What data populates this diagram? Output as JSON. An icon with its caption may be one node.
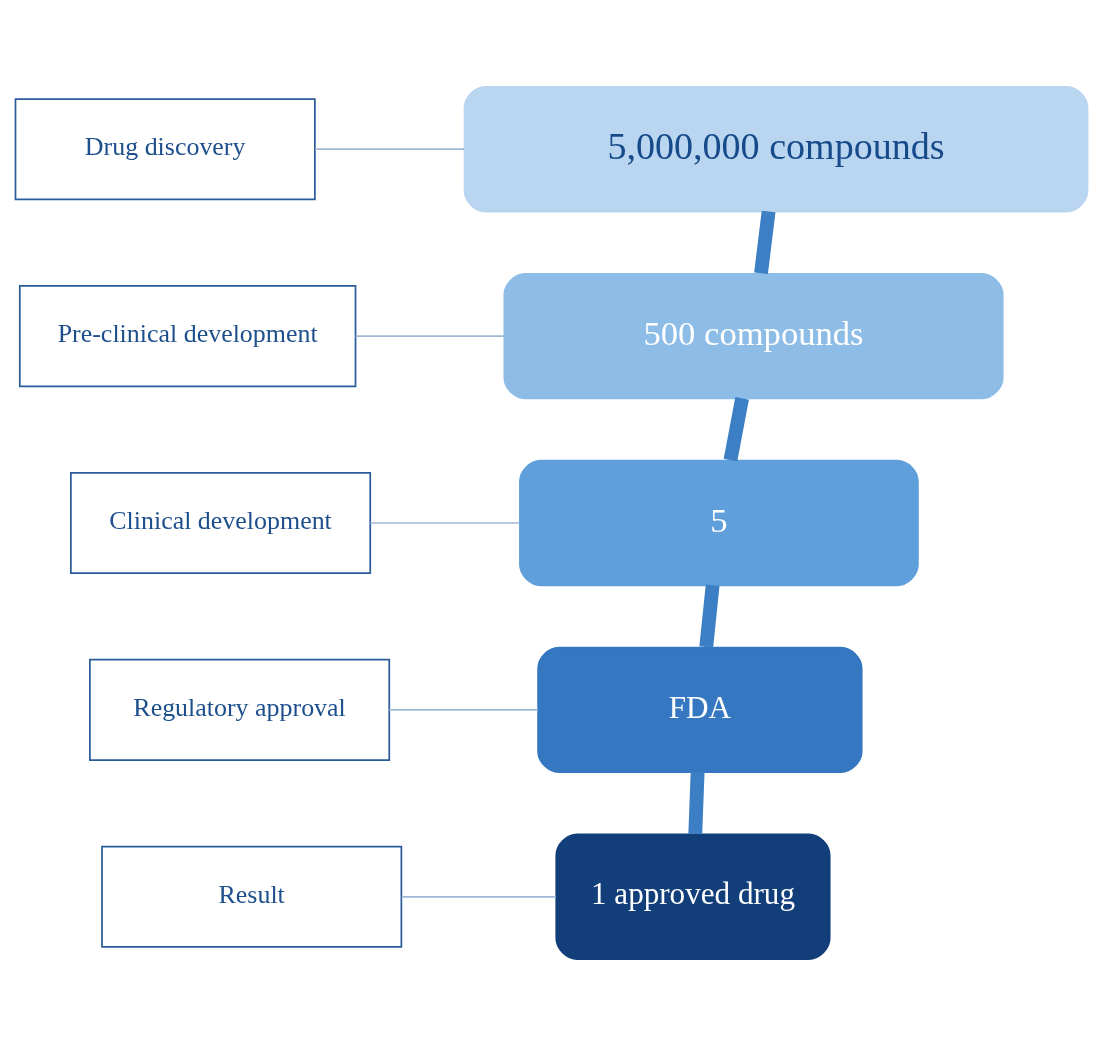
{
  "diagram": {
    "nodes": [
      {
        "text": [
          "Drug discovery"
        ]
      },
      {
        "text": [
          "5,000,000 compounds"
        ]
      },
      {
        "text": [
          "Pre-clinical development"
        ]
      },
      {
        "text": [
          "500 compounds"
        ]
      },
      {
        "text": [
          "Clinical development"
        ]
      },
      {
        "text": [
          "5"
        ]
      },
      {
        "text": [
          "Regulatory approval"
        ]
      },
      {
        "text": [
          "FDA"
        ]
      },
      {
        "text": [
          "Result"
        ]
      },
      {
        "text": [
          "1 approved drug"
        ]
      }
    ],
    "edges": [
      {
        "from": 0,
        "to": 1,
        "arrow": "none"
      },
      {
        "from": 2,
        "to": 3,
        "arrow": "none"
      },
      {
        "from": 4,
        "to": 5,
        "arrow": "none"
      },
      {
        "from": 6,
        "to": 7,
        "arrow": "none"
      },
      {
        "from": 8,
        "to": 9,
        "arrow": "none"
      },
      {
        "from": 1,
        "to": 3,
        "arrow": "none",
        "style": "thick",
        "color": "#3d7fc4"
      },
      {
        "from": 3,
        "to": 5,
        "arrow": "none",
        "style": "thick",
        "color": "#3d7fc4"
      },
      {
        "from": 5,
        "to": 7,
        "arrow": "none",
        "style": "thick",
        "color": "#3d7fc4"
      },
      {
        "from": 7,
        "to": 9,
        "arrow": "none",
        "style": "thick",
        "color": "#3d7fc4"
      }
    ]
  }
}
